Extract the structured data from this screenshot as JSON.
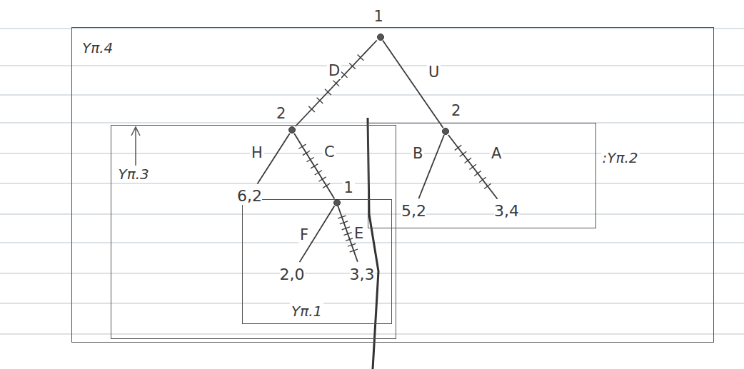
{
  "diagram": {
    "nodes": [
      {
        "text": [
          "Υπ.4"
        ]
      },
      {
        "text": [
          "Υπ.3"
        ],
        "in": 0
      },
      {
        "text": [
          "Υπ.1"
        ],
        "in": 1
      },
      {
        "text": [
          ":Υπ.2"
        ],
        "in": 0
      },
      {
        "text": [
          "1"
        ],
        "in": 0
      },
      {
        "text": [
          "2"
        ],
        "in": 1
      },
      {
        "text": [
          "2"
        ],
        "in": 3
      },
      {
        "text": [
          "1"
        ],
        "in": 2
      },
      {
        "text": [
          "6,2"
        ],
        "in": 1
      },
      {
        "text": [
          "5,2"
        ],
        "in": 3
      },
      {
        "text": [
          "3,4"
        ],
        "in": 3
      },
      {
        "text": [
          "2,0"
        ],
        "in": 2
      },
      {
        "text": [
          "3,3"
        ],
        "in": 2
      }
    ],
    "edges": [
      {
        "from": 4,
        "to": 5,
        "label": "D",
        "arrow": "none"
      },
      {
        "from": 4,
        "to": 6,
        "label": "U",
        "arrow": "none"
      },
      {
        "from": 5,
        "to": 8,
        "label": "H",
        "arrow": "none"
      },
      {
        "from": 5,
        "to": 7,
        "label": "C",
        "arrow": "none"
      },
      {
        "from": 6,
        "to": 9,
        "label": "B",
        "arrow": "none"
      },
      {
        "from": 6,
        "to": 10,
        "label": "A",
        "arrow": "none"
      },
      {
        "from": 7,
        "to": 11,
        "label": "F",
        "arrow": "none"
      },
      {
        "from": 7,
        "to": 12,
        "label": "E",
        "arrow": "none"
      }
    ]
  }
}
